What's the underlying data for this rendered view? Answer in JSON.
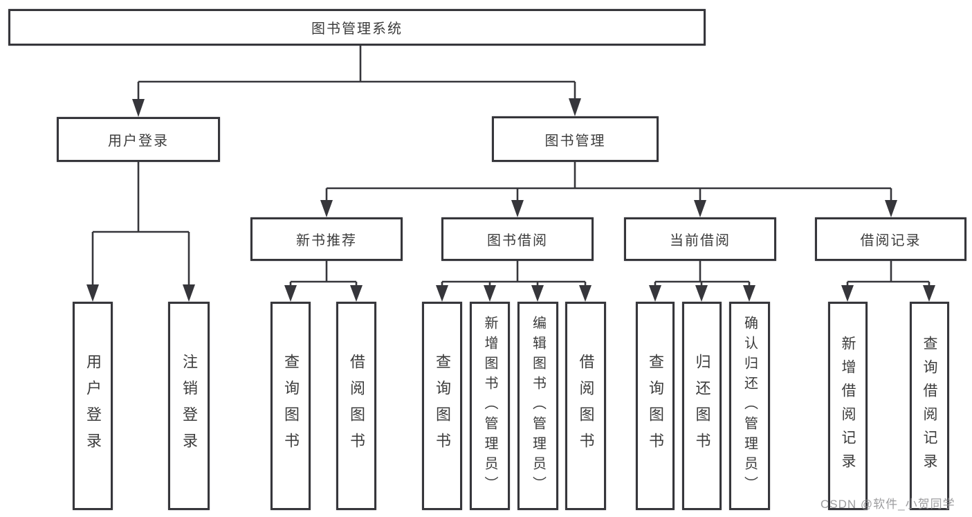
{
  "tree": {
    "root": {
      "label": "图书管理系统"
    },
    "branches": [
      {
        "label": "用户登录",
        "children": [
          {
            "label": "用户登录"
          },
          {
            "label": "注销登录"
          }
        ]
      },
      {
        "label": "图书管理",
        "children": [
          {
            "label": "新书推荐",
            "children": [
              {
                "label": "查询图书"
              },
              {
                "label": "借阅图书"
              }
            ]
          },
          {
            "label": "图书借阅",
            "children": [
              {
                "label": "查询图书"
              },
              {
                "label": "新增图书（管理员）"
              },
              {
                "label": "编辑图书（管理员）"
              },
              {
                "label": "借阅图书"
              }
            ]
          },
          {
            "label": "当前借阅",
            "children": [
              {
                "label": "查询图书"
              },
              {
                "label": "归还图书"
              },
              {
                "label": "确认归还（管理员）"
              }
            ]
          },
          {
            "label": "借阅记录",
            "children": [
              {
                "label": "新增借阅记录"
              },
              {
                "label": "查询借阅记录"
              }
            ]
          }
        ]
      }
    ]
  },
  "watermark": "CSDN @软件_小贺同学",
  "colors": {
    "line": "#36363b",
    "text": "#3c3c3c",
    "background": "#ffffff",
    "watermark": "#8c8c8e"
  }
}
